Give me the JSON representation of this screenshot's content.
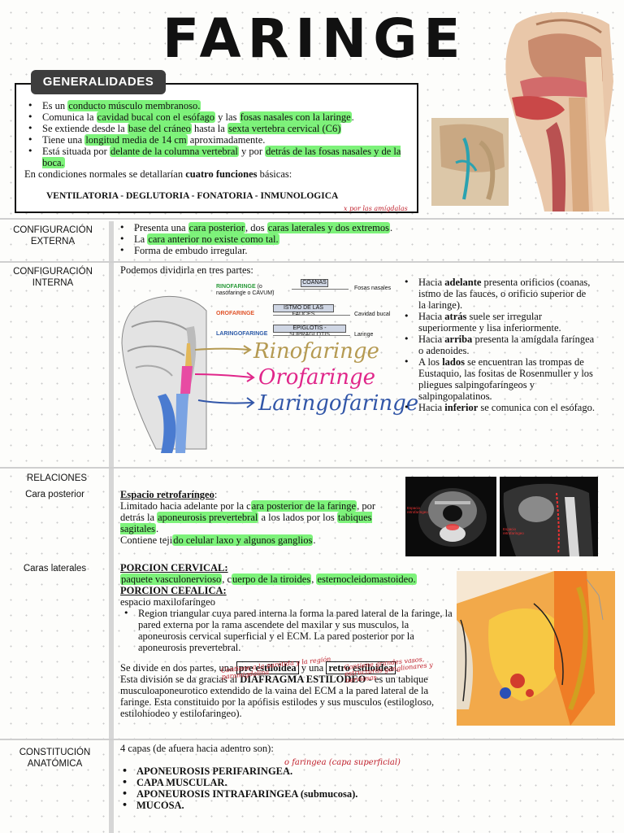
{
  "title": "FARINGE",
  "generalidades": {
    "tag": "GENERALIDADES",
    "bullets": [
      {
        "pre": "Es un ",
        "hl": "conducto músculo membranoso.",
        "post": ""
      },
      {
        "pre": "Comunica la ",
        "hl": "cavidad bucal con el esófago",
        "mid": " y las ",
        "hl2": "fosas nasales con la laringe",
        "post": "."
      },
      {
        "pre": "Se extiende desde la ",
        "hl": "base del cráneo",
        "mid": " hasta la ",
        "hl2": "sexta vertebra cervical (C6)",
        "post": ""
      },
      {
        "pre": "Tiene una ",
        "hl": "longitud media de 14 cm",
        "post": " aproximadamente."
      },
      {
        "pre": "Está situada por ",
        "hl": "delante de la columna vertebral",
        "mid": " y por ",
        "hl2": "detrás de las fosas nasales y de la boca.",
        "post": ""
      }
    ],
    "normal_pre": "En condiciones normales se detallarían ",
    "normal_bold": "cuatro funciones",
    "normal_post": " básicas:",
    "functions": "VENTILATORIA - DEGLUTORIA - FONATORIA - INMUNOLOGICA",
    "note": "x por las amígdalas"
  },
  "config_externa": {
    "label": "CONFIGURACIÓN EXTERNA",
    "bullets": [
      {
        "pre": "Presenta una ",
        "hl": "cara posterior",
        "mid": ", dos ",
        "hl2": "caras laterales y dos extremos",
        "post": "."
      },
      {
        "pre": "La ",
        "hl": "cara anterior no existe como tal.",
        "post": ""
      },
      {
        "pre": "Forma de embudo irregular.",
        "hl": "",
        "post": ""
      }
    ]
  },
  "config_interna": {
    "label": "CONFIGURACIÓN INTERNA",
    "intro": "Podemos dividirla en tres partes:",
    "diagram": {
      "rino": "RINOFARINGE",
      "rino_sub": "(o nasofaringe o CAVUM)",
      "oro": "OROFARINGE",
      "laringo": "LARINGOFARINGE",
      "coanas": "COANAS",
      "istmo": "ISTMO DE LAS FAUCES",
      "epiglotis": "EPIGLOTIS - SUPRAGLOTIS",
      "fosas": "Fosas nasales",
      "cavidad": "Cavidad bucal",
      "laringe": "Laringe"
    },
    "script_rino": "Rinofaringe",
    "script_oro": "Orofaringe",
    "script_laringo": "Laringofaringe",
    "right_bullets": [
      {
        "pre": "Hacia ",
        "bold": "adelante",
        "post": " presenta orificios (coanas, istmo de las fauces, o orificio superior de la laringe)."
      },
      {
        "pre": "Hacia ",
        "bold": "atrás",
        "post": " suele ser irregular superiormente y lisa inferiormente."
      },
      {
        "pre": "Hacia ",
        "bold": "arriba",
        "post": " presenta la amígdala faríngea o adenoides."
      },
      {
        "pre": "A los ",
        "bold": "lados",
        "post": " se encuentran las trompas de Eustaquio, las fositas de Rosenmuller y los pliegues salpingofaríngeos y salpingopalatinos."
      },
      {
        "pre": "Hacia ",
        "bold": "inferior",
        "post": " se comunica con el esófago."
      }
    ]
  },
  "relaciones": {
    "label": "RELACIONES",
    "posterior_label": "Cara posterior",
    "posterior_title": "Espacio retrofaríngeo",
    "posterior_text": {
      "p1": "Limitado hacia adelante por la c",
      "h1": "ara posterior de la faringe",
      "p2": ", por detrás la ",
      "h2": "aponeurosis prevertebral",
      "p3": " a los lados por los ",
      "h3": "tabiques sagitales",
      "p4": ".",
      "p5": "Contiene teji",
      "h4": "do celular laxo y algunos ganglios",
      "p6": "."
    },
    "ct1_label": "Espacio retrofaríngeo",
    "ct2_label": "Espacio retrofaríngeo",
    "laterales_label": "Caras laterales",
    "porcion_cervical": "PORCION CERVICAL:",
    "cervical_text": {
      "h1": "paquete vasculonervioso",
      "p1": ", c",
      "h2": "uerpo de la tiroides",
      "p2": ", ",
      "h3": "esternocleidomastoideo."
    },
    "porcion_cefalica": "PORCION CEFALICA:",
    "cefalica_sub": "espacio maxilofaríngeo",
    "cefalica_bullet": "Region triangular cuya pared interna la forma la pared lateral de la faringe, la pared externa por la rama ascendete del maxilar y sus musculos, la aponeurosis cervical superficial y el ECM. La pared posterior por la aponeurosis prevertebral.",
    "divide_pre": "Se divide en dos partes, una ",
    "pre_estiloidea": "pre estiloidea",
    "divide_mid": " y una ",
    "retro_estiloidea": "retro estiloidea",
    "divide_post": ".",
    "division_pre": "Esta división se da gracias al ",
    "diafragma": "DIAFRAGMA ESTILODEO",
    "division_post": " - es un tabique musculoaponeurotico extendido de la vaina del ECM a la pared lateral de la faringe. Esta constituido por la apófisis estilodes y sus musculos (estilogloso, estilohiodeo y estilofaringeo).",
    "note_left": "Contiene a la parótida y la región paramigdalina",
    "note_right": "Contiene grandes vasos, estructuras ganglionares y nerviosas"
  },
  "constitucion": {
    "label": "CONSTITUCIÓN ANATÓMICA",
    "intro": "4 capas (de afuera hacia adentro son):",
    "items": [
      "APONEUROSIS PERIFARINGEA.",
      "CAPA MUSCULAR.",
      "APONEUROSIS INTRAFARINGEA (submucosa).",
      "MUCOSA."
    ],
    "note": "o faringea (capa superficial)"
  }
}
